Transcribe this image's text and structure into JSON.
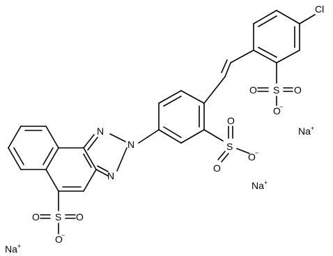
{
  "molecule": {
    "atoms": {
      "chlorine": "Cl",
      "triazole_n1": "N",
      "triazole_n2": "N",
      "triazole_n3": "N",
      "naph_sulfur": "S",
      "naph_o_left": "O",
      "naph_o_right": "O",
      "naph_o_bottom": "O",
      "naph_o_charge": "−",
      "mid_sulfur": "S",
      "mid_o_top": "O",
      "mid_o_right": "O",
      "mid_o_left": "O",
      "mid_o_charge": "−",
      "top_sulfur": "S",
      "top_o_left": "O",
      "top_o_right": "O",
      "top_o_bottom": "O",
      "top_o_charge": "−"
    },
    "counterions": [
      {
        "symbol": "Na",
        "charge": "+"
      },
      {
        "symbol": "Na",
        "charge": "+"
      },
      {
        "symbol": "Na",
        "charge": "+"
      }
    ]
  }
}
